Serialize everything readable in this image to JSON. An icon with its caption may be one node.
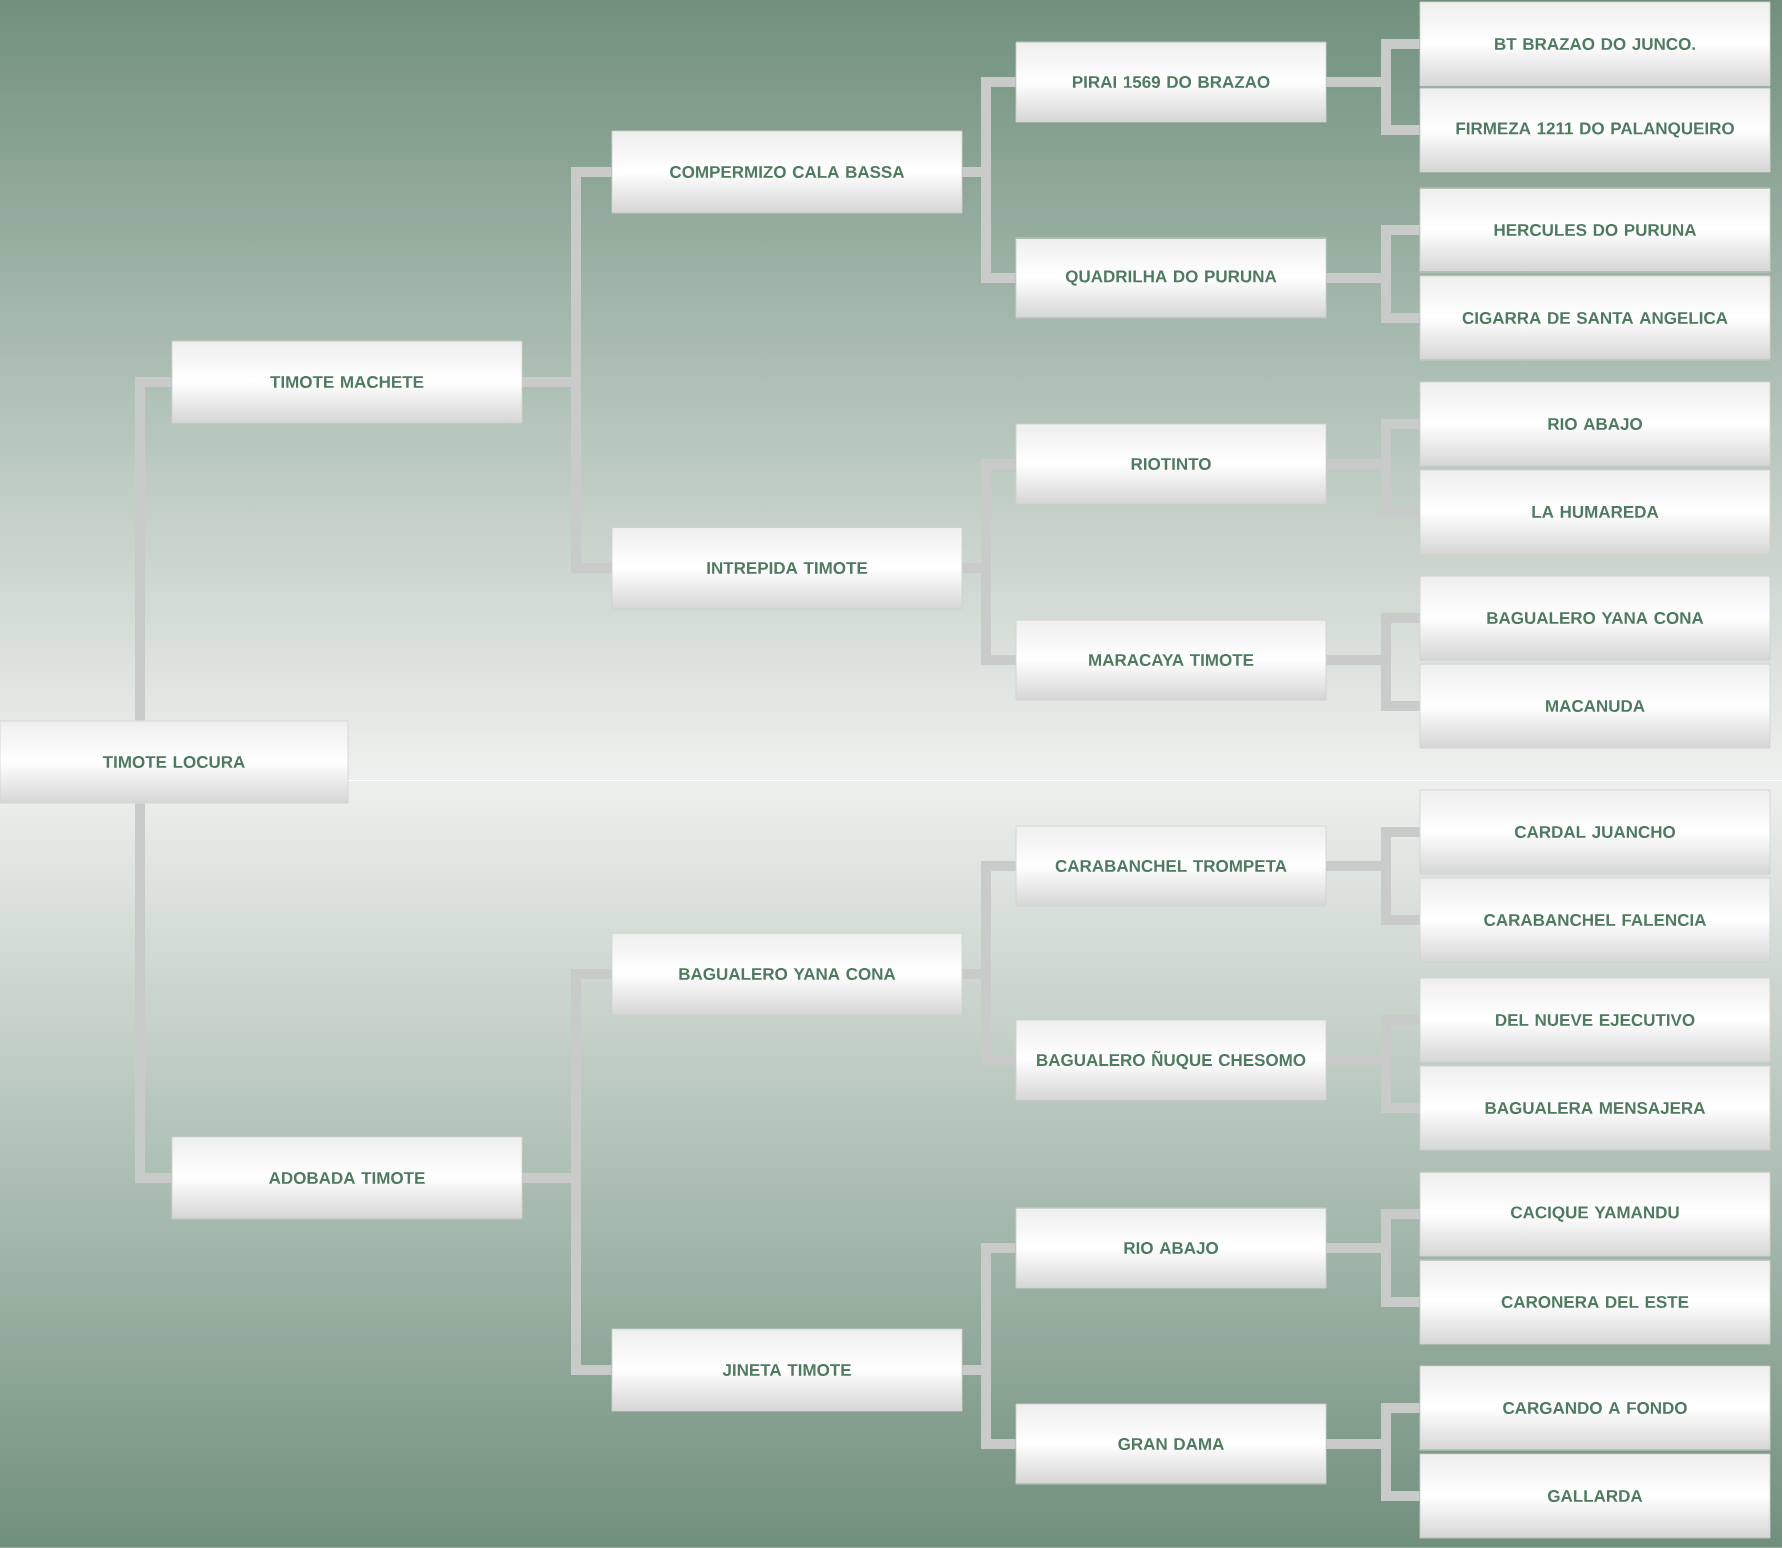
{
  "diagram": {
    "nodes": [
      {
        "text": [
          "TIMOTE LOCURA"
        ]
      },
      {
        "text": [
          "TIMOTE MACHETE"
        ]
      },
      {
        "text": [
          "COMPERMIZO CALA BASSA"
        ]
      },
      {
        "text": [
          "PIRAI 1569 DO BRAZAO"
        ]
      },
      {
        "text": [
          "BT BRAZAO DO JUNCO."
        ]
      },
      {
        "text": [
          "FIRMEZA 1211 DO PALANQUEIRO"
        ]
      },
      {
        "text": [
          "QUADRILHA DO PURUNA"
        ]
      },
      {
        "text": [
          "HERCULES DO PURUNA"
        ]
      },
      {
        "text": [
          "CIGARRA DE SANTA ANGELICA"
        ]
      },
      {
        "text": [
          "INTREPIDA TIMOTE"
        ]
      },
      {
        "text": [
          "RIOTINTO"
        ]
      },
      {
        "text": [
          "RIO ABAJO"
        ]
      },
      {
        "text": [
          "LA HUMAREDA"
        ]
      },
      {
        "text": [
          "MARACAYA TIMOTE"
        ]
      },
      {
        "text": [
          "BAGUALERO YANA CONA"
        ]
      },
      {
        "text": [
          "MACANUDA"
        ]
      },
      {
        "text": [
          "ADOBADA TIMOTE"
        ]
      },
      {
        "text": [
          "BAGUALERO YANA CONA"
        ]
      },
      {
        "text": [
          "CARABANCHEL TROMPETA"
        ]
      },
      {
        "text": [
          "CARDAL JUANCHO"
        ]
      },
      {
        "text": [
          "CARABANCHEL FALENCIA"
        ]
      },
      {
        "text": [
          "BAGUALERO ÑUQUE CHESOMO"
        ]
      },
      {
        "text": [
          "DEL NUEVE EJECUTIVO"
        ]
      },
      {
        "text": [
          "BAGUALERA MENSAJERA"
        ]
      },
      {
        "text": [
          "JINETA TIMOTE"
        ]
      },
      {
        "text": [
          "RIO ABAJO"
        ]
      },
      {
        "text": [
          "CACIQUE YAMANDU"
        ]
      },
      {
        "text": [
          "CARONERA DEL ESTE"
        ]
      },
      {
        "text": [
          "GRAN DAMA"
        ]
      },
      {
        "text": [
          "CARGANDO A FONDO"
        ]
      },
      {
        "text": [
          "GALLARDA"
        ]
      }
    ],
    "edges": [
      {
        "from": 0,
        "to": 1,
        "arrow": "none"
      },
      {
        "from": 1,
        "to": 2,
        "arrow": "none"
      },
      {
        "from": 2,
        "to": 3,
        "arrow": "none"
      },
      {
        "from": 3,
        "to": 4,
        "arrow": "none"
      },
      {
        "from": 3,
        "to": 5,
        "arrow": "none"
      },
      {
        "from": 2,
        "to": 6,
        "arrow": "none"
      },
      {
        "from": 6,
        "to": 7,
        "arrow": "none"
      },
      {
        "from": 6,
        "to": 8,
        "arrow": "none"
      },
      {
        "from": 1,
        "to": 9,
        "arrow": "none"
      },
      {
        "from": 9,
        "to": 10,
        "arrow": "none"
      },
      {
        "from": 10,
        "to": 11,
        "arrow": "none"
      },
      {
        "from": 10,
        "to": 12,
        "arrow": "none"
      },
      {
        "from": 9,
        "to": 13,
        "arrow": "none"
      },
      {
        "from": 13,
        "to": 14,
        "arrow": "none"
      },
      {
        "from": 13,
        "to": 15,
        "arrow": "none"
      },
      {
        "from": 0,
        "to": 16,
        "arrow": "none"
      },
      {
        "from": 16,
        "to": 17,
        "arrow": "none"
      },
      {
        "from": 17,
        "to": 18,
        "arrow": "none"
      },
      {
        "from": 18,
        "to": 19,
        "arrow": "none"
      },
      {
        "from": 18,
        "to": 20,
        "arrow": "none"
      },
      {
        "from": 17,
        "to": 21,
        "arrow": "none"
      },
      {
        "from": 21,
        "to": 22,
        "arrow": "none"
      },
      {
        "from": 21,
        "to": 23,
        "arrow": "none"
      },
      {
        "from": 16,
        "to": 24,
        "arrow": "none"
      },
      {
        "from": 24,
        "to": 25,
        "arrow": "none"
      },
      {
        "from": 25,
        "to": 26,
        "arrow": "none"
      },
      {
        "from": 25,
        "to": 27,
        "arrow": "none"
      },
      {
        "from": 24,
        "to": 28,
        "arrow": "none"
      },
      {
        "from": 28,
        "to": 29,
        "arrow": "none"
      },
      {
        "from": 28,
        "to": 30,
        "arrow": "none"
      }
    ]
  }
}
